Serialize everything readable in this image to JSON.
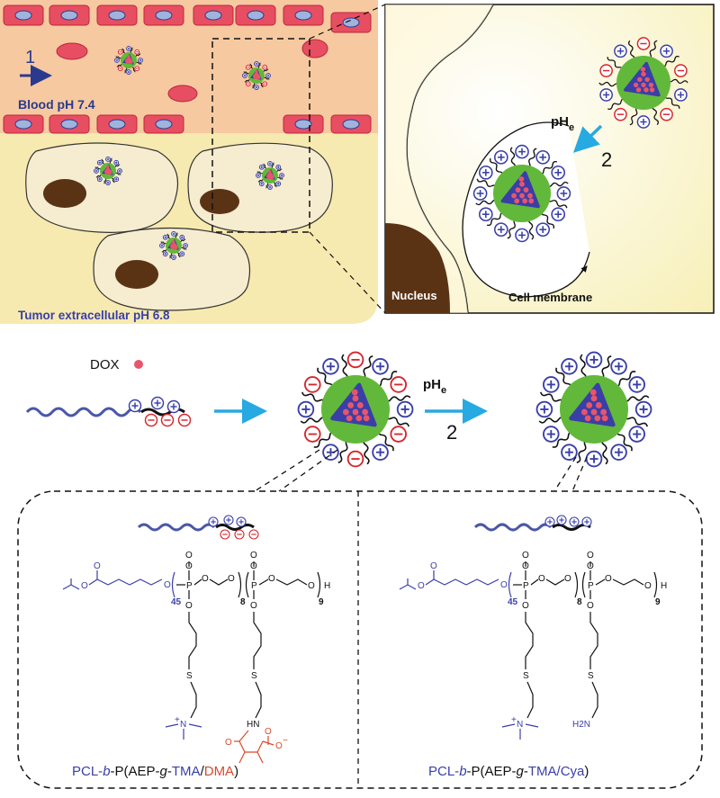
{
  "panel_a": {
    "step1_number": "1",
    "blood_label": "Blood pH 7.4",
    "tumor_label": "Tumor extracellular pH 6.8"
  },
  "inset": {
    "ph_label_main": "pH",
    "ph_label_sub": "e",
    "step2_number": "2",
    "nucleus_label": "Nucleus",
    "membrane_label": "Cell membrane"
  },
  "middle": {
    "dox_label": "DOX",
    "ph_label_main": "pH",
    "ph_label_sub": "e",
    "step2_number": "2"
  },
  "chemistry": {
    "left_name": {
      "p1": "PCL-",
      "p2": "b",
      "p3": "-P(AEP-",
      "p4": "g",
      "p5": "-",
      "p6": "TMA",
      "p7": "/",
      "p8": "DMA",
      "p9": ")"
    },
    "right_name": {
      "p1": "PCL-",
      "p2": "b",
      "p3": "-P(AEP-",
      "p4": "g",
      "p5": "-",
      "p6": "TMA/Cya",
      "p7": ")"
    },
    "sub_45": "45",
    "sub_8": "8",
    "sub_9": "9",
    "atom_O": "O",
    "atom_P": "P",
    "atom_S": "S",
    "atom_N": "N",
    "atom_H": "H",
    "atom_HN": "HN",
    "atom_H2N": "H2N",
    "plus": "+",
    "minus": "−"
  },
  "colors": {
    "blood_bg": "#f7c9a0",
    "tumor_bg": "#f7eab0",
    "core_red": "#e8556a",
    "shell_blue": "#3a3fa8",
    "corona_green": "#62b83a",
    "arrow_cyan": "#27a9e1",
    "dma_red": "#d94a2b",
    "tma_blue": "#3a3fa8",
    "nucleus_brown": "#5a3315"
  }
}
